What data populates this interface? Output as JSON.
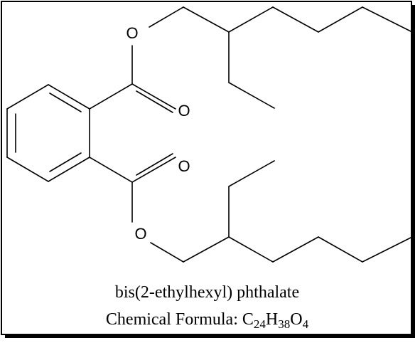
{
  "molecule": {
    "atom_labels": {
      "ester_oxygen_top": "O",
      "carbonyl_oxygen_top": "O",
      "carbonyl_oxygen_bottom": "O",
      "ester_oxygen_bottom": "O"
    }
  },
  "caption": {
    "name": "bis(2-ethylhexyl) phthalate",
    "formula_prefix": "Chemical Formula: ",
    "formula_parts": [
      {
        "el": "C",
        "n": "24"
      },
      {
        "el": "H",
        "n": "38"
      },
      {
        "el": "O",
        "n": "4"
      }
    ]
  }
}
